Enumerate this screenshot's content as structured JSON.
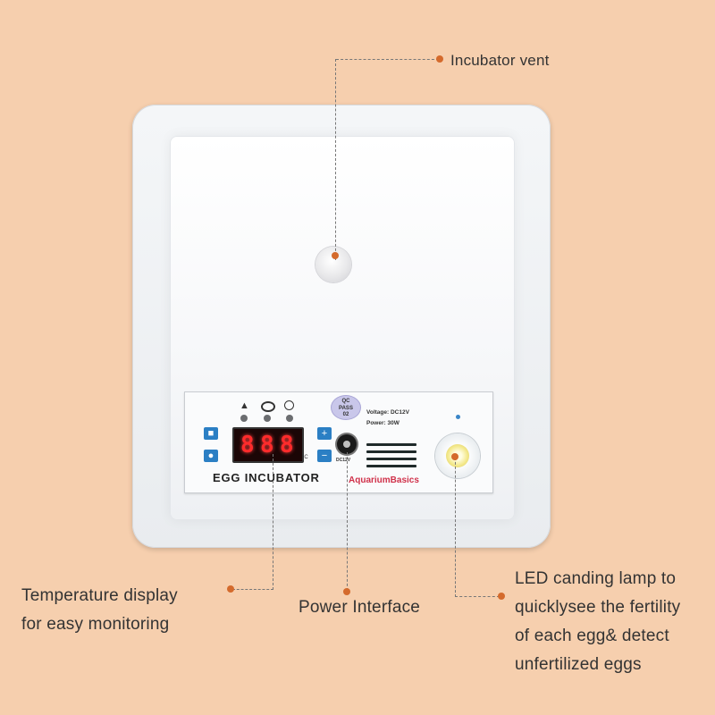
{
  "callouts": {
    "vent": "Incubator vent",
    "temperature_line1": "Temperature display",
    "temperature_line2": "for easy monitoring",
    "power": "Power Interface",
    "led_line1": "LED canding lamp to",
    "led_line2": "quicklysee the fertility",
    "led_line3": "of each egg& detect",
    "led_line4": "unfertilized eggs"
  },
  "panel": {
    "title": "EGG INCUBATOR",
    "brand": "AquariumBasics",
    "display_digits": [
      "8",
      "8",
      "8"
    ],
    "unit": "°C",
    "qc_sticker": [
      "QC",
      "PASS",
      "02"
    ],
    "voltage": "Voltage: DC12V",
    "power": "Power: 30W",
    "jack_label": "DC12V"
  },
  "colors": {
    "background": "#f6cfae",
    "callout_dot": "#d46a2c",
    "button": "#2b7fc4",
    "display_digits": "#ff2b2b",
    "brand_text": "#d0314a"
  },
  "icons": [
    "heat-flame-icon",
    "egg-turning-icon",
    "timer-icon",
    "plus-icon",
    "minus-icon",
    "set-icon",
    "light-icon",
    "led-indicator-icon"
  ]
}
